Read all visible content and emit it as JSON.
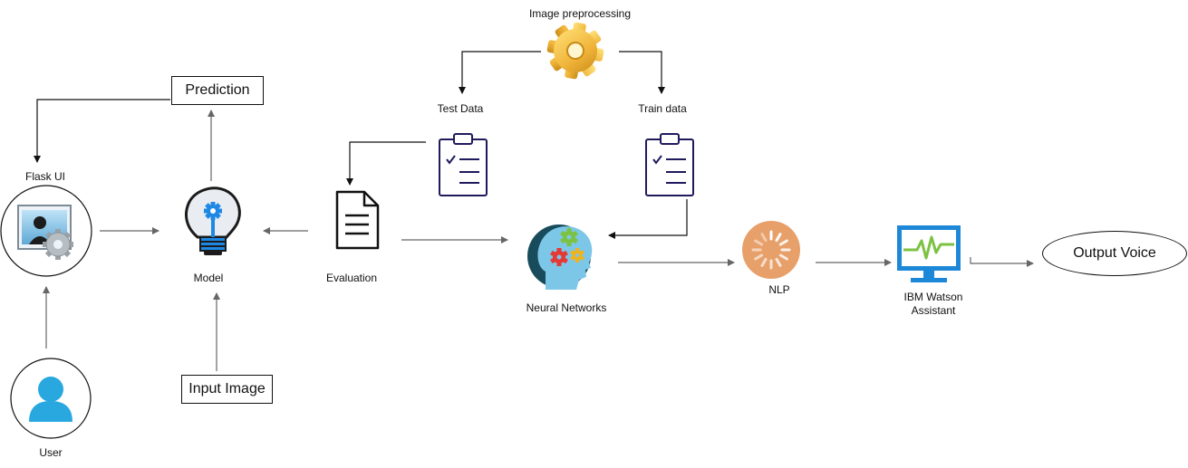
{
  "labels": {
    "image_preprocessing": "Image preprocessing",
    "test_data": "Test Data",
    "train_data": "Train data",
    "prediction": "Prediction",
    "flask_ui": "Flask UI",
    "model": "Model",
    "evaluation": "Evaluation",
    "neural_networks": "Neural Networks",
    "nlp": "NLP",
    "ibm_watson_line1": "IBM Watson",
    "ibm_watson_line2": "Assistant",
    "output_voice": "Output Voice",
    "input_image": "Input Image",
    "user": "User"
  },
  "icons": {
    "gear": "gear-icon",
    "clipboard": "clipboard-icon",
    "lightbulb": "lightbulb-gear-icon",
    "document": "document-icon",
    "brain": "head-gears-icon",
    "nlp": "loading-spinner-icon",
    "monitor": "monitor-pulse-icon",
    "flask": "user-settings-window-icon",
    "user": "user-icon"
  },
  "colors": {
    "clipboard_stroke": "#1f1a5c",
    "bulb_blue": "#1e88e5",
    "nlp_orange": "#e8a06a",
    "monitor_blue": "#1e88d8",
    "pulse_green": "#7cc242",
    "user_blue": "#29a8e0",
    "arrow_gray": "#666666",
    "arrow_dark": "#111111"
  }
}
